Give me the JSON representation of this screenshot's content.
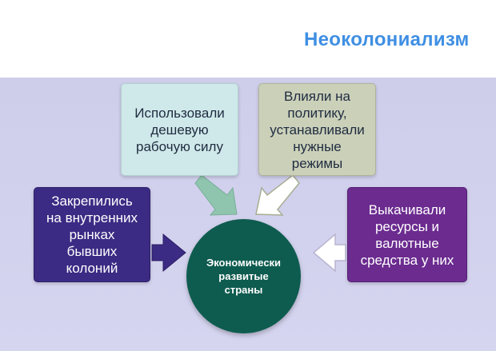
{
  "title": "Неоколониализм",
  "center": {
    "text": "Экономически\nразвитые\nстраны"
  },
  "boxes": {
    "top_left": "Использовали\nдешевую\nрабочую силу",
    "top_right": "Влияли на\nполитику,\nустанавливали\nнужные\nрежимы",
    "left": "Закрепились\nна внутренних\nрынках\nбывших\nколоний",
    "right": "Выкачивали\nресурсы и\nвалютные\nсредства у них"
  },
  "colors": {
    "title": "#3f8fe3",
    "center": "#0e5c4f",
    "left": "#3c2b84",
    "right": "#6b2b8f",
    "top_left": "#cfe8e9",
    "top_right": "#cbd0b9"
  }
}
